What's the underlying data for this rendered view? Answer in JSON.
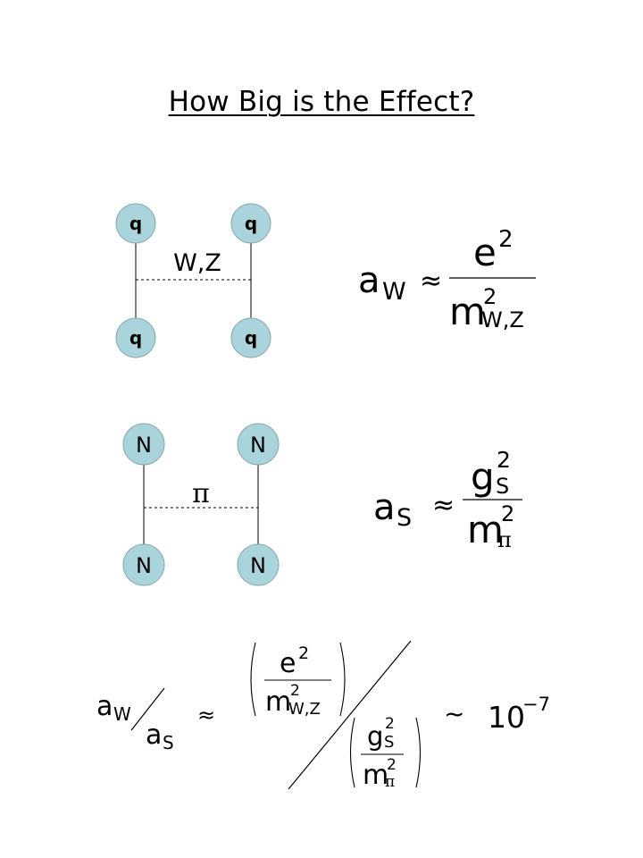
{
  "title": "How Big is the Effect?",
  "colors": {
    "node_fill": "#a9d4dc",
    "node_stroke": "#8aa6ae"
  },
  "quark_diagram": {
    "nodes": [
      "q",
      "q",
      "q",
      "q"
    ],
    "exchange_label": "W,Z"
  },
  "nucleon_diagram": {
    "nodes": [
      "N",
      "N",
      "N",
      "N"
    ],
    "exchange_label": "π"
  },
  "weak_formula": {
    "lhs_base": "a",
    "lhs_sub": "W",
    "approx": "≈",
    "numerator": "e",
    "numerator_exp": "2",
    "denominator": "m",
    "denominator_exp": "2",
    "denominator_sub": "W,Z"
  },
  "strong_formula": {
    "lhs_base": "a",
    "lhs_sub": "S",
    "approx": "≈",
    "numerator": "g",
    "numerator_exp": "2",
    "numerator_sub": "S",
    "denominator": "m",
    "denominator_exp": "2",
    "denominator_sub": "π"
  },
  "ratio_formula": {
    "top_base": "a",
    "top_sub": "W",
    "bottom_base": "a",
    "bottom_sub": "S",
    "approx": "≈",
    "big_numerator": "e",
    "big_numerator_exp": "2",
    "big_numerator_den": "m",
    "big_numerator_den_exp": "2",
    "big_numerator_den_sub": "W,Z",
    "big_denominator": "g",
    "big_denominator_exp": "2",
    "big_denominator_sub": "S",
    "big_denominator_den": "m",
    "big_denominator_den_exp": "2",
    "big_denominator_den_sub": "π",
    "tilde": "~",
    "result_base": "10",
    "result_exp": "−7"
  }
}
